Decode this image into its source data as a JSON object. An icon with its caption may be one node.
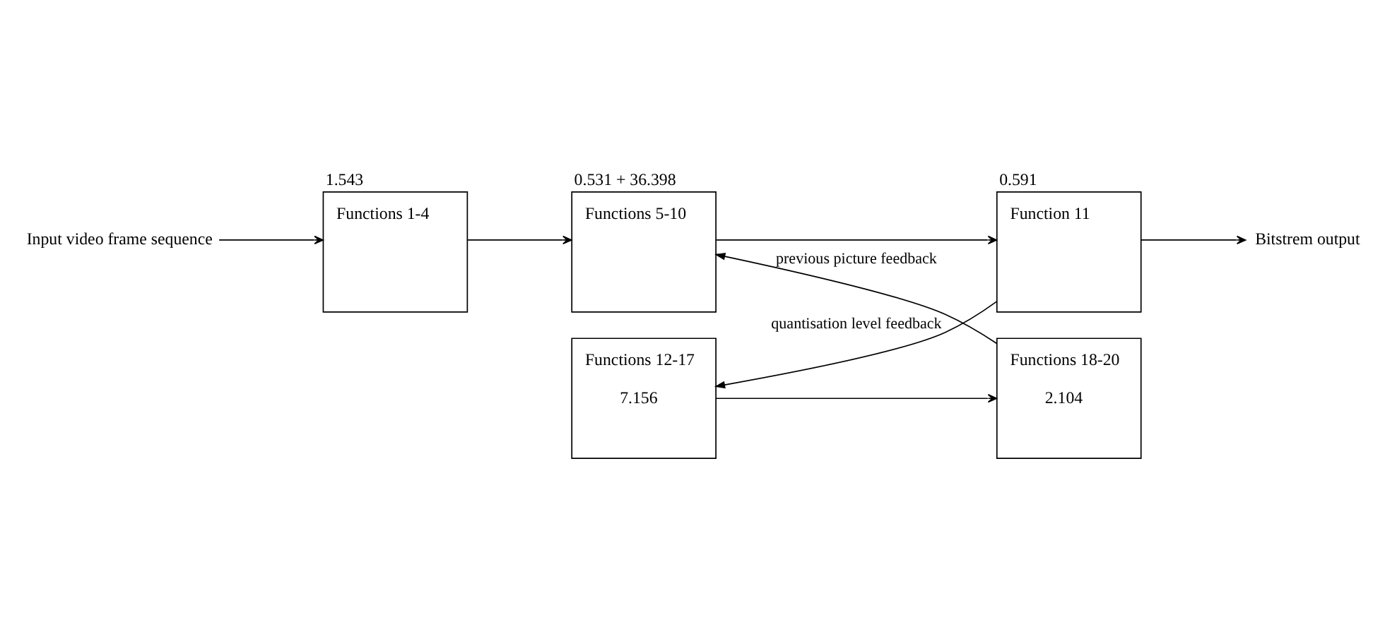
{
  "diagram": {
    "nodes": [
      {
        "text": [
          "Input video frame sequence"
        ]
      },
      {
        "text": [
          "Functions 1-4"
        ],
        "beside": [
          "1.543"
        ]
      },
      {
        "text": [
          "Functions 5-10"
        ],
        "beside": [
          "0.531 + 36.398"
        ]
      },
      {
        "text": [
          "Functions 12-17",
          "7.156"
        ]
      },
      {
        "text": [
          "Function 11"
        ],
        "beside": [
          "0.591"
        ]
      },
      {
        "text": [
          "Functions 18-20",
          "2.104"
        ]
      },
      {
        "text": [
          "Bitstrem output"
        ]
      }
    ],
    "edges": [
      {
        "from": 0,
        "to": 1,
        "arrow": "to"
      },
      {
        "from": 1,
        "to": 2,
        "arrow": "to"
      },
      {
        "from": 2,
        "to": 4,
        "arrow": "to"
      },
      {
        "from": 3,
        "to": 5,
        "arrow": "to"
      },
      {
        "from": 4,
        "to": 6,
        "arrow": "to"
      },
      {
        "from": 4,
        "to": 3,
        "arrow": "to",
        "label": "quantisation level feedback"
      },
      {
        "from": 5,
        "to": 2,
        "arrow": "to",
        "label": "previous picture feedback"
      }
    ]
  }
}
